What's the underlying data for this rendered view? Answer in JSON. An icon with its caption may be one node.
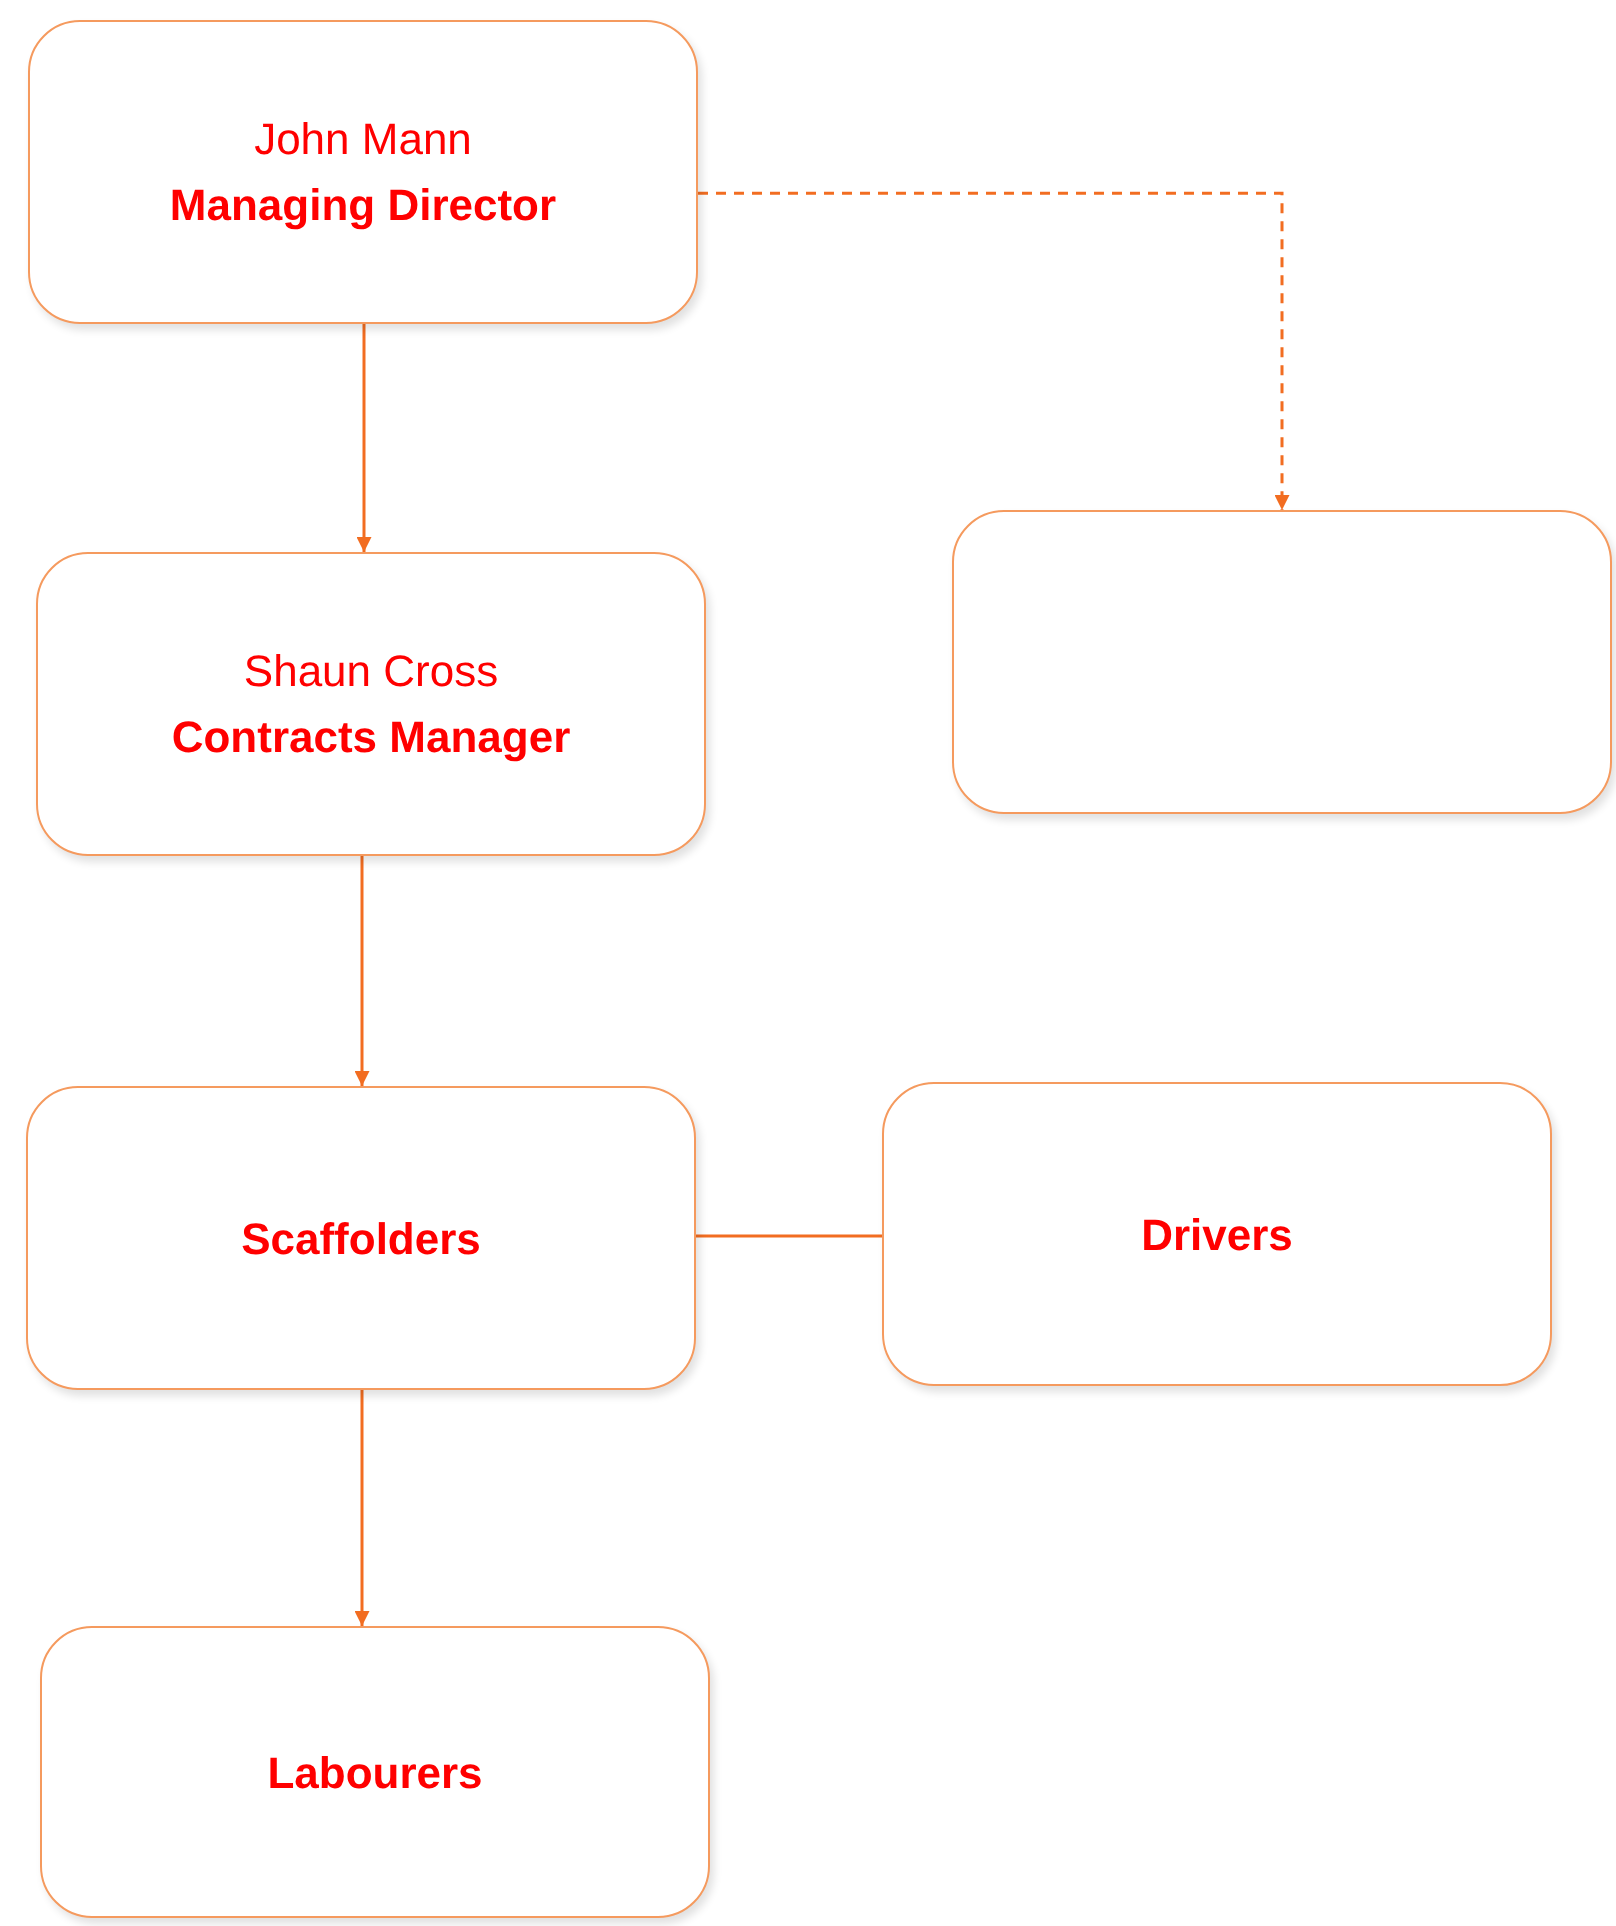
{
  "diagram": {
    "nodes": [
      {
        "text": [
          "John Mann",
          "Managing Director"
        ]
      },
      {
        "text": [
          "Shaun Cross",
          "Contracts Manager"
        ]
      },
      {
        "text": [],
        "shape": "box"
      },
      {
        "text": [
          "Scaffolders"
        ]
      },
      {
        "text": [
          "Drivers"
        ]
      },
      {
        "text": [
          "Labourers"
        ]
      }
    ],
    "edges": [
      {
        "from": 0,
        "to": 1,
        "arrow": "to"
      },
      {
        "from": 0,
        "to": 2,
        "arrow": "to",
        "style": "dashed"
      },
      {
        "from": 1,
        "to": 3,
        "arrow": "to"
      },
      {
        "from": 3,
        "to": 4,
        "arrow": "none"
      },
      {
        "from": 3,
        "to": 5,
        "arrow": "to"
      }
    ]
  }
}
